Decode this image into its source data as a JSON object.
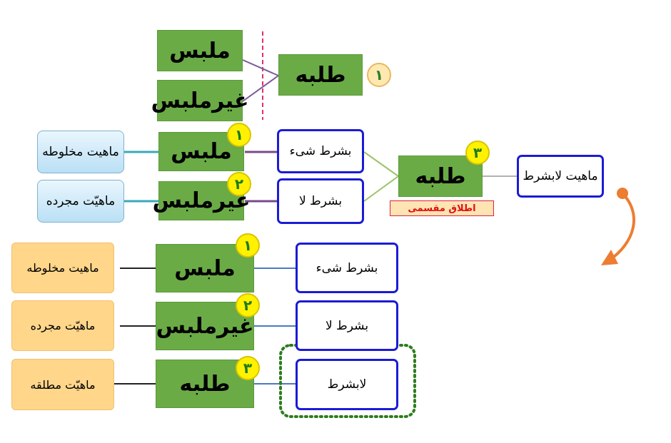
{
  "top": {
    "badge": "۱",
    "talabe": "طلبه",
    "malbus": "ملبس",
    "gheyr_malbus": "غیرملبس"
  },
  "middle": {
    "badge_talabe": "۳",
    "talabe": "طلبه",
    "tag": "اطلاق مقسمی",
    "la_bshart": "ماهیت لابشرط",
    "rows": [
      {
        "badge": "۱",
        "term": "ملبس",
        "condition": "بشرط شیء",
        "mahiat": "ماهیت مخلوطه"
      },
      {
        "badge": "۲",
        "term": "غیرملبس",
        "condition": "بشرط لا",
        "mahiat": "ماهیّت مجرده"
      }
    ]
  },
  "bottom": {
    "rows": [
      {
        "badge": "۱",
        "term": "ملبس",
        "condition": "بشرط شیء",
        "mahiat": "ماهیت مخلوطه"
      },
      {
        "badge": "۲",
        "term": "غیرملبس",
        "condition": "بشرط لا",
        "mahiat": "ماهیّت مجرده"
      },
      {
        "badge": "۳",
        "term": "طلبه",
        "condition": "لابشرط",
        "mahiat": "ماهیّت مطلقه"
      }
    ]
  },
  "colors": {
    "green_box": "#6aab46",
    "blue_border": "#1b1bd6",
    "badge_yellow": "#fff100",
    "arrow_orange": "#ed7d31",
    "dotted_green": "#2e7d1e"
  }
}
